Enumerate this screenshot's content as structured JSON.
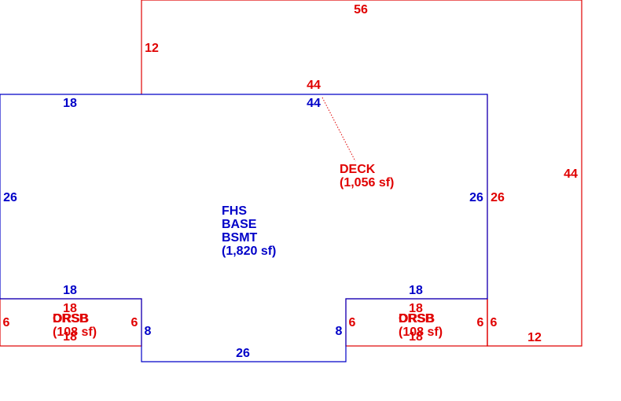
{
  "colors": {
    "deck": "#e00000",
    "house": "#0000c8",
    "background": "#ffffff"
  },
  "deck": {
    "label_lines": [
      "DECK",
      "(1,056 sf)"
    ],
    "dims": {
      "top": "56",
      "left_upper": "12",
      "ledger": "44",
      "right": "44",
      "bottom": "12",
      "right_inner": "26",
      "step": "6"
    }
  },
  "house": {
    "label_lines": [
      "FHS",
      "BASE",
      "BSMT",
      "(1,820 sf)"
    ],
    "dims": {
      "top_left": "18",
      "top_right": "44",
      "left": "26",
      "right": "26",
      "notch_top_left": "18",
      "notch_top_right": "18",
      "notch_left": "8",
      "notch_right": "8",
      "bottom": "26"
    }
  },
  "orsb_left": {
    "label_top": "ORSB",
    "label_overlap": "DRSB",
    "area": "(108 sf)",
    "dims": {
      "top": "18",
      "bottom": "18",
      "left": "6",
      "right": "6"
    }
  },
  "orsb_right": {
    "label_top": "ORSB",
    "label_overlap": "DRSB",
    "area": "(108 sf)",
    "dims": {
      "top": "18",
      "bottom": "18",
      "left": "6",
      "right": "6"
    }
  }
}
